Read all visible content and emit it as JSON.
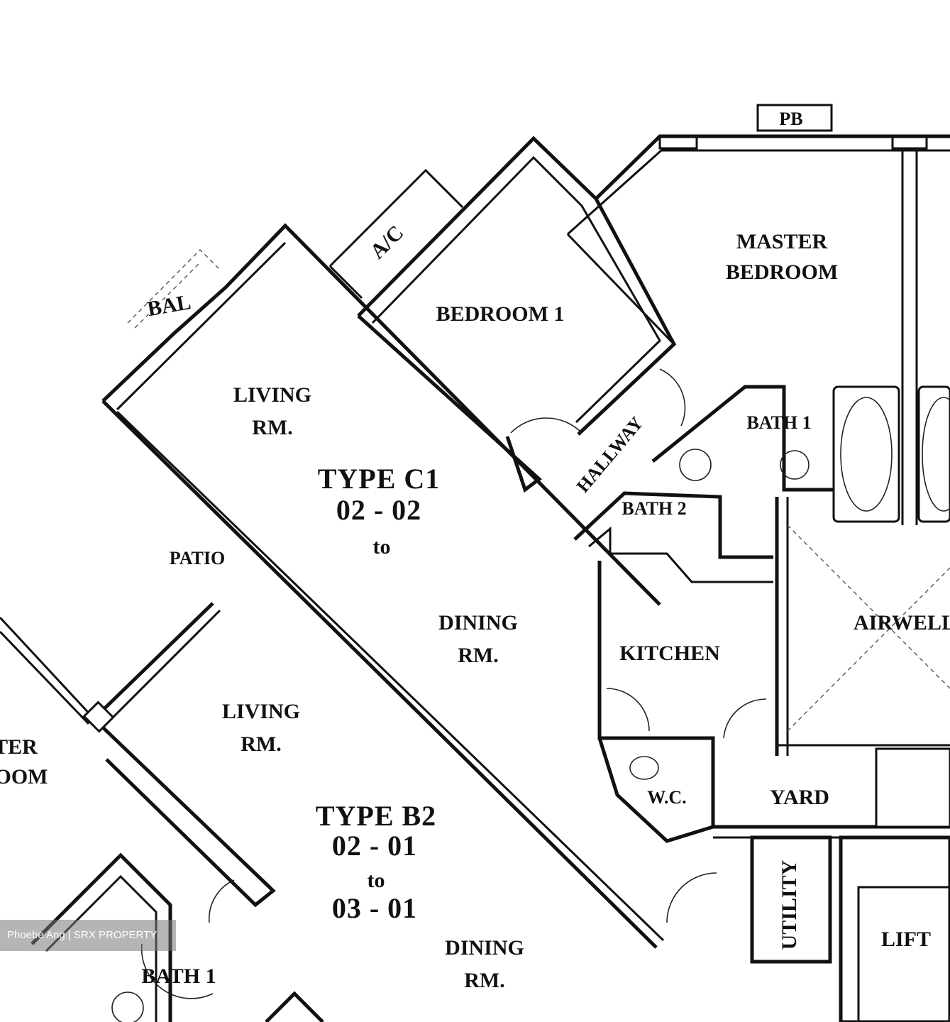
{
  "rooms": {
    "pb": "PB",
    "master_bedroom_line1": "MASTER",
    "master_bedroom_line2": "BEDROOM",
    "ac": "A/C",
    "bedroom_1": "BEDROOM 1",
    "bal": "BAL",
    "living_c1_line1": "LIVING",
    "living_c1_line2": "RM.",
    "hallway": "HALLWAY",
    "bath_1_upper": "BATH 1",
    "bath_2": "BATH 2",
    "patio": "PATIO",
    "dining_c1_line1": "DINING",
    "dining_c1_line2": "RM.",
    "kitchen": "KITCHEN",
    "airwell": "AIRWELL",
    "living_b2_line1": "LIVING",
    "living_b2_line2": "RM.",
    "master_left_line1": "TER",
    "master_left_line2": "OOM",
    "wc": "W.C.",
    "yard": "YARD",
    "utility": "UTILITY",
    "lift": "LIFT",
    "bath_1_lower": "BATH 1",
    "dining_b2_line1": "DINING",
    "dining_b2_line2": "RM."
  },
  "units": {
    "c1_type": "TYPE C1",
    "c1_range_start": "02 - 02",
    "c1_range_to": "to",
    "b2_type": "TYPE B2",
    "b2_range_start": "02 - 01",
    "b2_range_to": "to",
    "b2_range_end": "03 - 01"
  },
  "watermark": "Phoebe Ang | SRX PROPERTY"
}
